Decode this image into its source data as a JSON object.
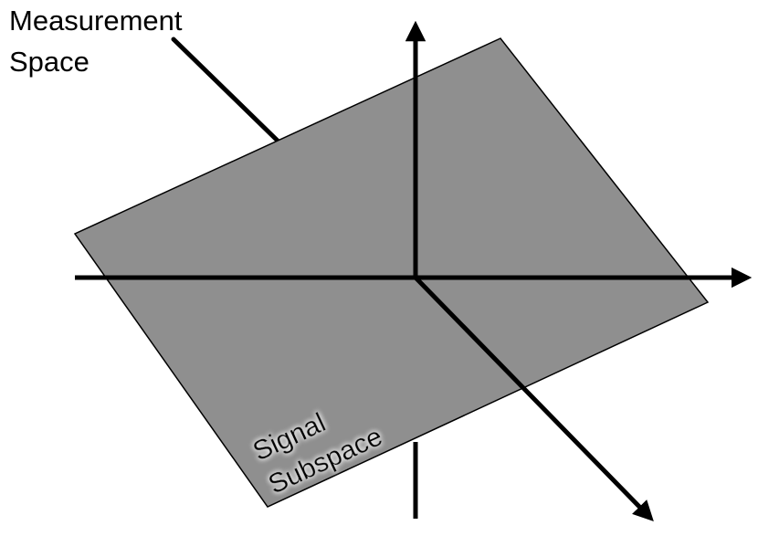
{
  "diagram": {
    "measurement_label": [
      "Measurement",
      "Space"
    ],
    "subspace_label": [
      "Signal",
      "Subspace"
    ],
    "colors": {
      "background": "#ffffff",
      "plane_fill": "#8f8f8f",
      "plane_stroke": "#000000",
      "axis": "#000000",
      "label_glow": "#ffffff"
    }
  }
}
